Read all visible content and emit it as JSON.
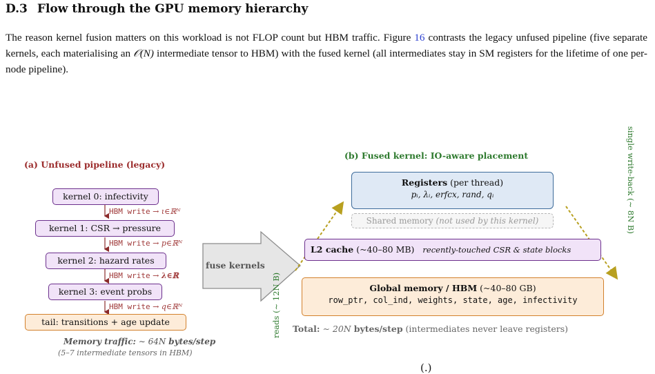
{
  "section": {
    "number": "D.3",
    "title": "Flow through the GPU memory hierarchy"
  },
  "paragraph": {
    "part1": "The reason kernel fusion matters on this workload is not FLOP count but HBM traffic. Figure ",
    "figure_ref": "16",
    "part2": " contrasts the legacy unfused pipeline (five separate kernels, each materialising an ",
    "math_o": "𝒪(N)",
    "part3": " intermediate tensor to HBM) with the fused kernel (all intermediates stay in SM registers for the lifetime of one per-node pipeline)."
  },
  "panel_a": {
    "title": "(a) Unfused pipeline (legacy)",
    "kernels": [
      "kernel 0: infectivity",
      "kernel 1: CSR → pressure",
      "kernel 2: hazard rates",
      "kernel 3: event probs"
    ],
    "tail": "tail: transitions + age update",
    "hbm_label": "HBM write",
    "hbm_arrow": "→",
    "hbm_targets": [
      "ι∈ℝᴺ",
      "p∈ℝᴺ",
      "λ∈ℝ",
      "q∈ℝᴺ"
    ],
    "traffic_label": "Memory traffic:",
    "traffic_value": "∼ 64N",
    "traffic_unit": "bytes/step",
    "traffic_note": "(5–7 intermediate tensors in HBM)"
  },
  "fuse_arrow": {
    "label": "fuse kernels"
  },
  "panel_b": {
    "title": "(b) Fused kernel: IO-aware placement",
    "registers": {
      "title": "Registers",
      "qualifier": "(per thread)",
      "items": "pᵢ,  λᵢ,  erfcx,  rand,  qᵢ"
    },
    "shared": {
      "title": "Shared memory",
      "note": "(not used by this kernel)"
    },
    "l2": {
      "title": "L2 cache",
      "size": "(~40–80 MB)",
      "note": "recently-touched CSR & state blocks"
    },
    "global": {
      "title": "Global memory / HBM",
      "size": "(~40–80 GB)",
      "items": "row_ptr, col_ind, weights, state, age, infectivity"
    },
    "reads_label": "reads (∼ 12N B)",
    "writeback_label": "single write-back (∼ 8N B)",
    "total_label": "Total:",
    "total_value": "∼ 20N",
    "total_unit": "bytes/step",
    "total_note": "(intermediates never leave registers)"
  },
  "caption_fragment": "(.)",
  "colors": {
    "kernel_border": "#6b2f8c",
    "kernel_fill": "#f1e3f8",
    "tail_border": "#d2802b",
    "tail_fill": "#fdecd9",
    "hbm_text": "#a03a3a",
    "panel_a_title": "#9b2c2c",
    "panel_b_title": "#2e7a2e",
    "register_fill": "#dfe9f5",
    "dashed_arrow": "#b8a020",
    "link": "#2a3fd0"
  }
}
